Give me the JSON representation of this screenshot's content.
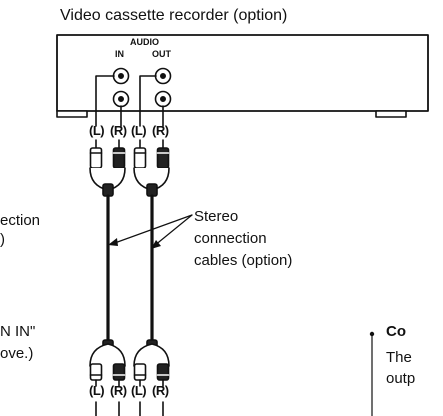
{
  "vcr": {
    "title": "Video cassette recorder (option)",
    "audio_label": "AUDIO",
    "in_label": "IN",
    "out_label": "OUT"
  },
  "top_connectors": [
    "(L)",
    "(R)",
    "(L)",
    "(R)"
  ],
  "bottom_connectors": [
    "(L)",
    "(R)",
    "(L)",
    "(R)"
  ],
  "cables": {
    "label_line1": "Stereo",
    "label_line2": "connection",
    "label_line3": "cables (option)"
  },
  "left_cut_text": {
    "line1": "ection",
    "line2": ")",
    "line3": "N IN\"",
    "line4": "ove.)"
  },
  "right_cut_text": {
    "heading": "Co",
    "line1": "The",
    "line2": "outp"
  }
}
